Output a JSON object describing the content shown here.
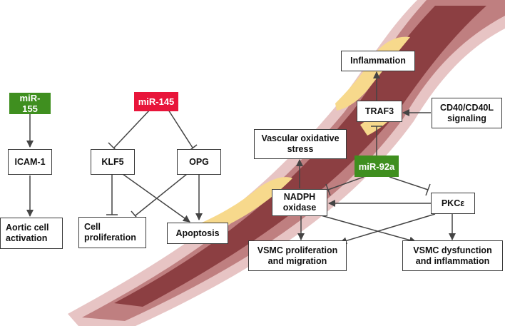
{
  "colors": {
    "mir_green": "#3f8f1f",
    "mir_red": "#e8153a",
    "vessel_outer": "#e7c4c4",
    "vessel_wall": "#bf7f80",
    "vessel_lumen": "#8c3f42",
    "plaque": "#f7d98c",
    "arrow": "#444444"
  },
  "nodes": {
    "mir155": "miR-155",
    "icam1": "ICAM-1",
    "aortic": "Aortic cell\nactivation",
    "mir145": "miR-145",
    "klf5": "KLF5",
    "opg": "OPG",
    "cellprolif": "Cell\nproliferation",
    "apoptosis": "Apoptosis",
    "inflammation": "Inflammation",
    "traf3": "TRAF3",
    "cd40": "CD40/CD40L\nsignaling",
    "vos": "Vascular oxidative\nstress",
    "mir92a": "miR-92a",
    "nadph": "NADPH\noxidase",
    "pkce": "PKCε",
    "vsmc_prolif": "VSMC proliferation\nand migration",
    "vsmc_dys": "VSMC dysfunction\nand inflammation"
  }
}
